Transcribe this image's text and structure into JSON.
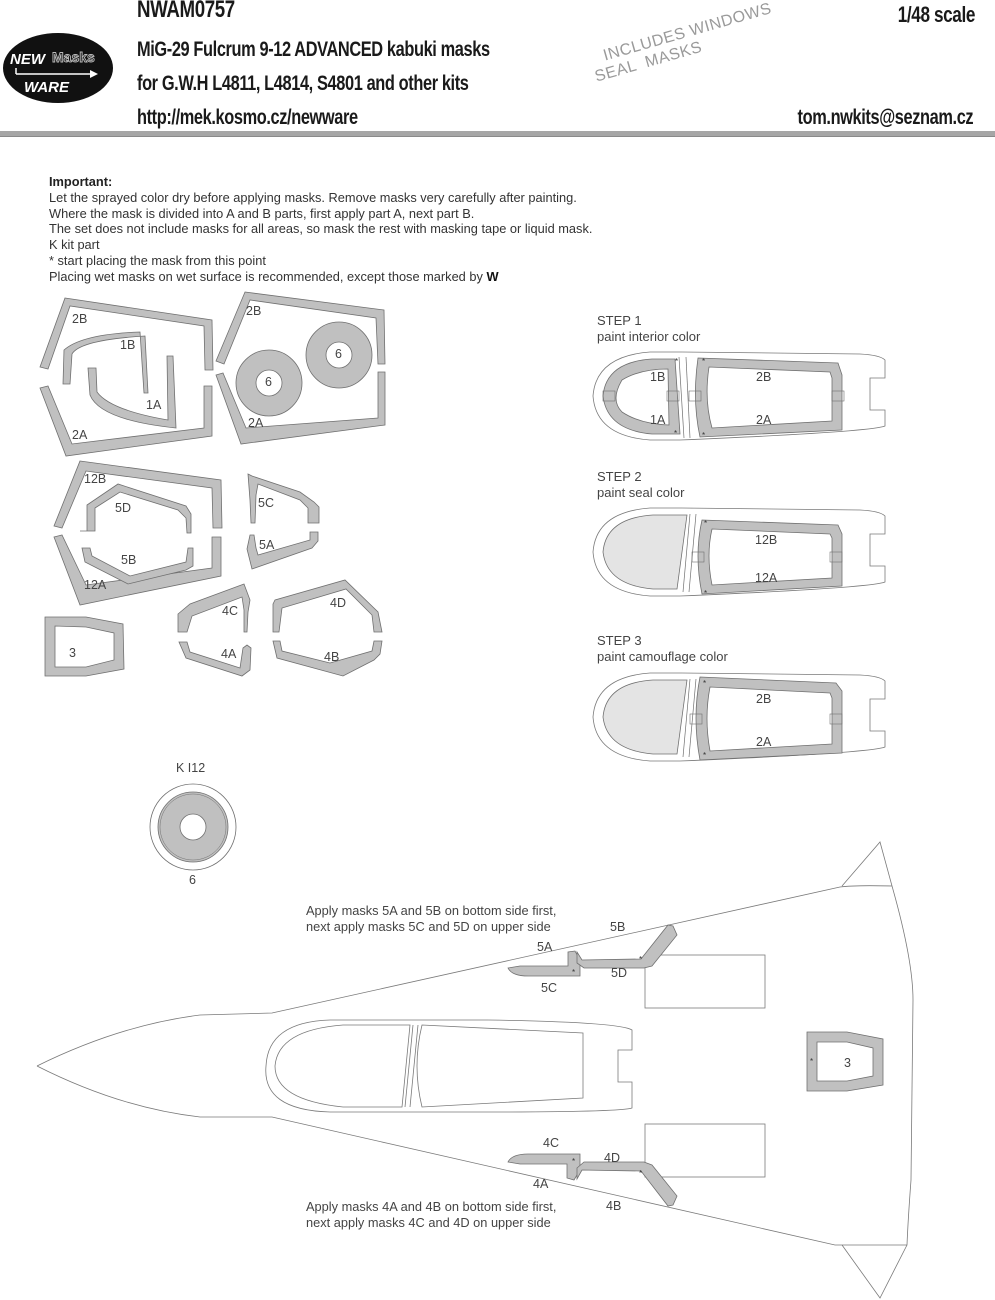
{
  "header": {
    "product_code": "NWAM0757",
    "title": "MiG-29 Fulcrum 9-12 ADVANCED kabuki masks",
    "kits": "for G.W.H L4811, L4814, S4801 and other kits",
    "url": "http://mek.kosmo.cz/newware",
    "scale": "1/48 scale",
    "email": "tom.nwkits@seznam.cz",
    "stamp_line1": "INCLUDES WINDOWS",
    "stamp_line2": "SEAL  MASKS",
    "logo": {
      "word1": "NEW",
      "word2": "Masks",
      "word3": "WARE",
      "icon": "arrow-right-icon"
    }
  },
  "instructions": {
    "heading": "Important:",
    "lines": [
      "Let the sprayed color dry before applying masks. Remove masks very carefully after painting.",
      "Where the mask is divided into A and B parts, first apply part A, next part B.",
      "The set does not include masks for all areas, so mask the rest with masking tape or liquid mask.",
      "K kit part",
      "*  start placing the mask from this point",
      "Placing wet masks on wet surface is recommended, except those marked by "
    ],
    "wet_marker": "W"
  },
  "mask_sheet": {
    "labels": {
      "m2B_a": "2B",
      "m1B": "1B",
      "m1A": "1A",
      "m2A_a": "2A",
      "m2B_b": "2B",
      "m6_a": "6",
      "m6_b": "6",
      "m2A_b": "2A",
      "m12B": "12B",
      "m5D": "5D",
      "m5B": "5B",
      "m12A": "12A",
      "m5C": "5C",
      "m5A": "5A",
      "m3": "3",
      "m4C": "4C",
      "m4A": "4A",
      "m4D": "4D",
      "m4B": "4B"
    }
  },
  "steps": [
    {
      "title": "STEP 1",
      "desc": "paint interior color",
      "labels": [
        "1B",
        "2B",
        "1A",
        "2A"
      ]
    },
    {
      "title": "STEP 2",
      "desc": "paint seal color",
      "labels": [
        "12B",
        "12A"
      ]
    },
    {
      "title": "STEP 3",
      "desc": "paint camouflage color",
      "labels": [
        "2B",
        "2A"
      ]
    }
  ],
  "kit_part": {
    "ref": "K I12",
    "mask": "6"
  },
  "plan_view": {
    "upper_note_1": "Apply masks 5A and 5B on bottom side first,",
    "upper_note_2": "next apply masks 5C and 5D on upper side",
    "lower_note_1": "Apply masks 4A and 4B on bottom side first,",
    "lower_note_2": "next apply masks 4C and 4D on upper side",
    "labels": {
      "l5B": "5B",
      "l5A": "5A",
      "l5D": "5D",
      "l5C": "5C",
      "l4C": "4C",
      "l4D": "4D",
      "l4A": "4A",
      "l4B": "4B",
      "l3": "3"
    }
  },
  "colors": {
    "mask_fill": "#c0c0c0",
    "mask_stroke": "#707070",
    "outline": "#7a7a7a",
    "header_bar": "#a6a6a6",
    "stamp": "#9a9a9a",
    "seal_fill": "#e4e4e4"
  }
}
